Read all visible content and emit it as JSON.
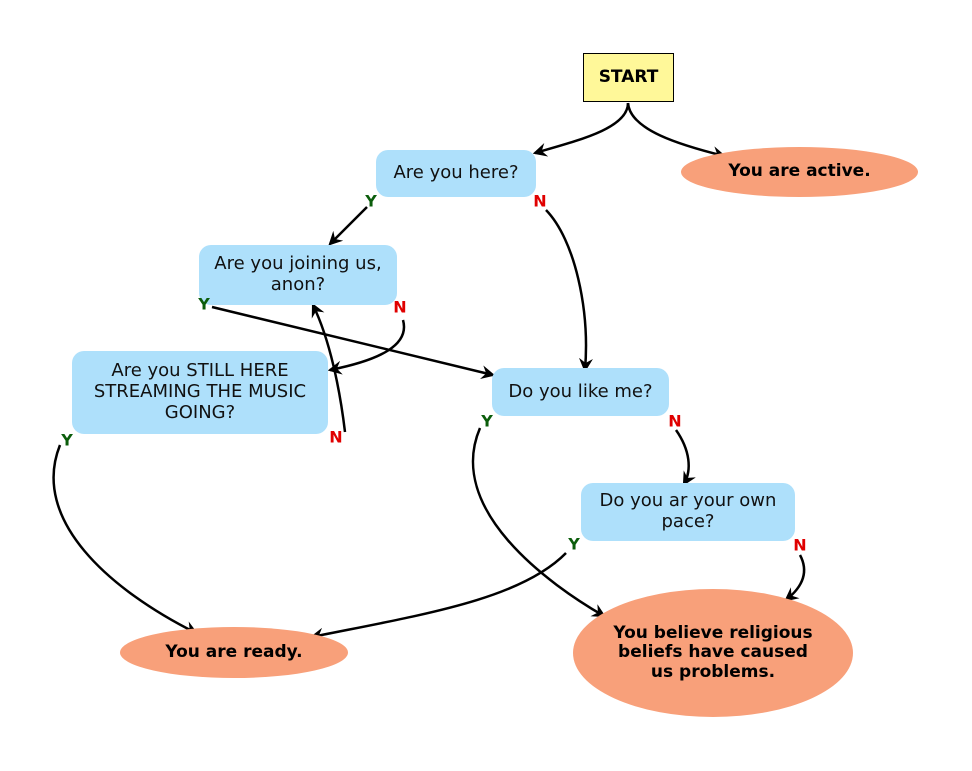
{
  "nodes": {
    "start": "START",
    "q_here": "Are you here?",
    "q_joining": "Are you joining us, anon?",
    "q_still": "Are you STILL HERE STREAMING THE MUSIC GOING?",
    "q_like": "Do you like me?",
    "q_pace": "Do you ar your own pace?",
    "o_active": "You are active.",
    "o_ready": "You are ready.",
    "o_beliefs": "You believe religious beliefs have caused us problems."
  },
  "edge_labels": {
    "here_y": "Y",
    "here_n": "N",
    "joining_y": "Y",
    "joining_n": "N",
    "still_y": "Y",
    "still_n": "N",
    "like_y": "Y",
    "like_n": "N",
    "pace_y": "Y",
    "pace_n": "N"
  },
  "colors": {
    "start_fill": "#fff899",
    "question_fill": "#aee0fb",
    "outcome_fill": "#f8a07a",
    "yes_label": "#0b5d0b",
    "no_label": "#e00000",
    "edge": "#000000"
  }
}
